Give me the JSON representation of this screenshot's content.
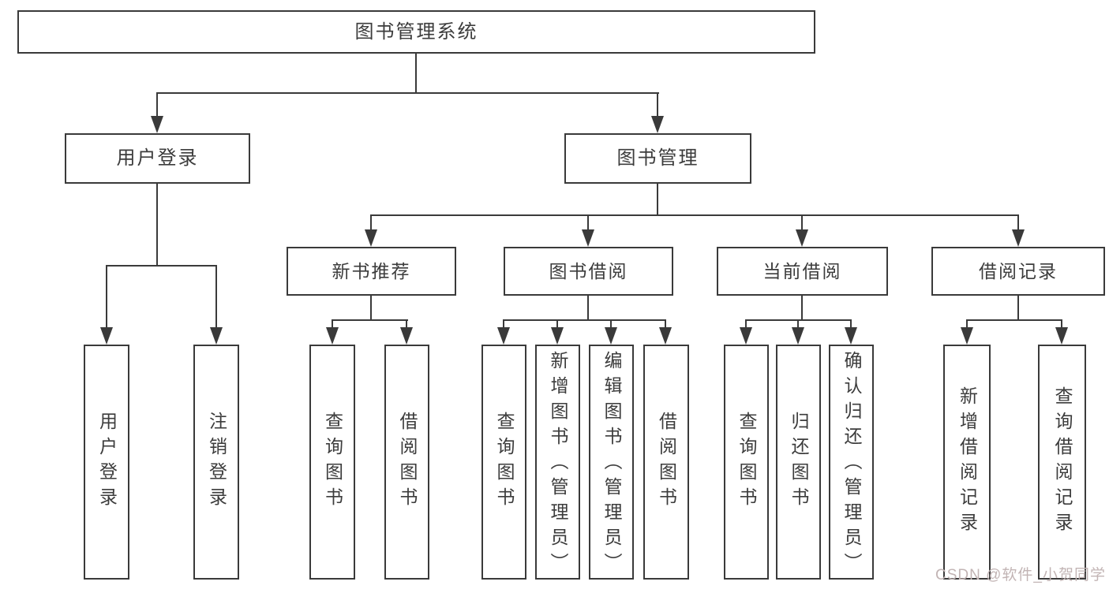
{
  "diagram_title": "图书管理系统",
  "tree": {
    "root": {
      "label": "图书管理系统",
      "children": [
        {
          "label": "用户登录",
          "children": [
            {
              "label": "用户登录"
            },
            {
              "label": "注销登录"
            }
          ]
        },
        {
          "label": "图书管理",
          "children": [
            {
              "label": "新书推荐",
              "children": [
                {
                  "label": "查询图书"
                },
                {
                  "label": "借阅图书"
                }
              ]
            },
            {
              "label": "图书借阅",
              "children": [
                {
                  "label": "查询图书"
                },
                {
                  "label": "新增图书（管理员）"
                },
                {
                  "label": "编辑图书（管理员）"
                },
                {
                  "label": "借阅图书"
                }
              ]
            },
            {
              "label": "当前借阅",
              "children": [
                {
                  "label": "查询图书"
                },
                {
                  "label": "归还图书"
                },
                {
                  "label": "确认归还（管理员）"
                }
              ]
            },
            {
              "label": "借阅记录",
              "children": [
                {
                  "label": "新增借阅记录"
                },
                {
                  "label": "查询借阅记录"
                }
              ]
            }
          ]
        }
      ]
    }
  },
  "watermark": {
    "text": "CSDN @软件_小贺同学"
  },
  "colors": {
    "line": "#3a3a3a",
    "text": "#3c3c3c",
    "background": "#ffffff",
    "watermark": "#c2b4b4"
  }
}
